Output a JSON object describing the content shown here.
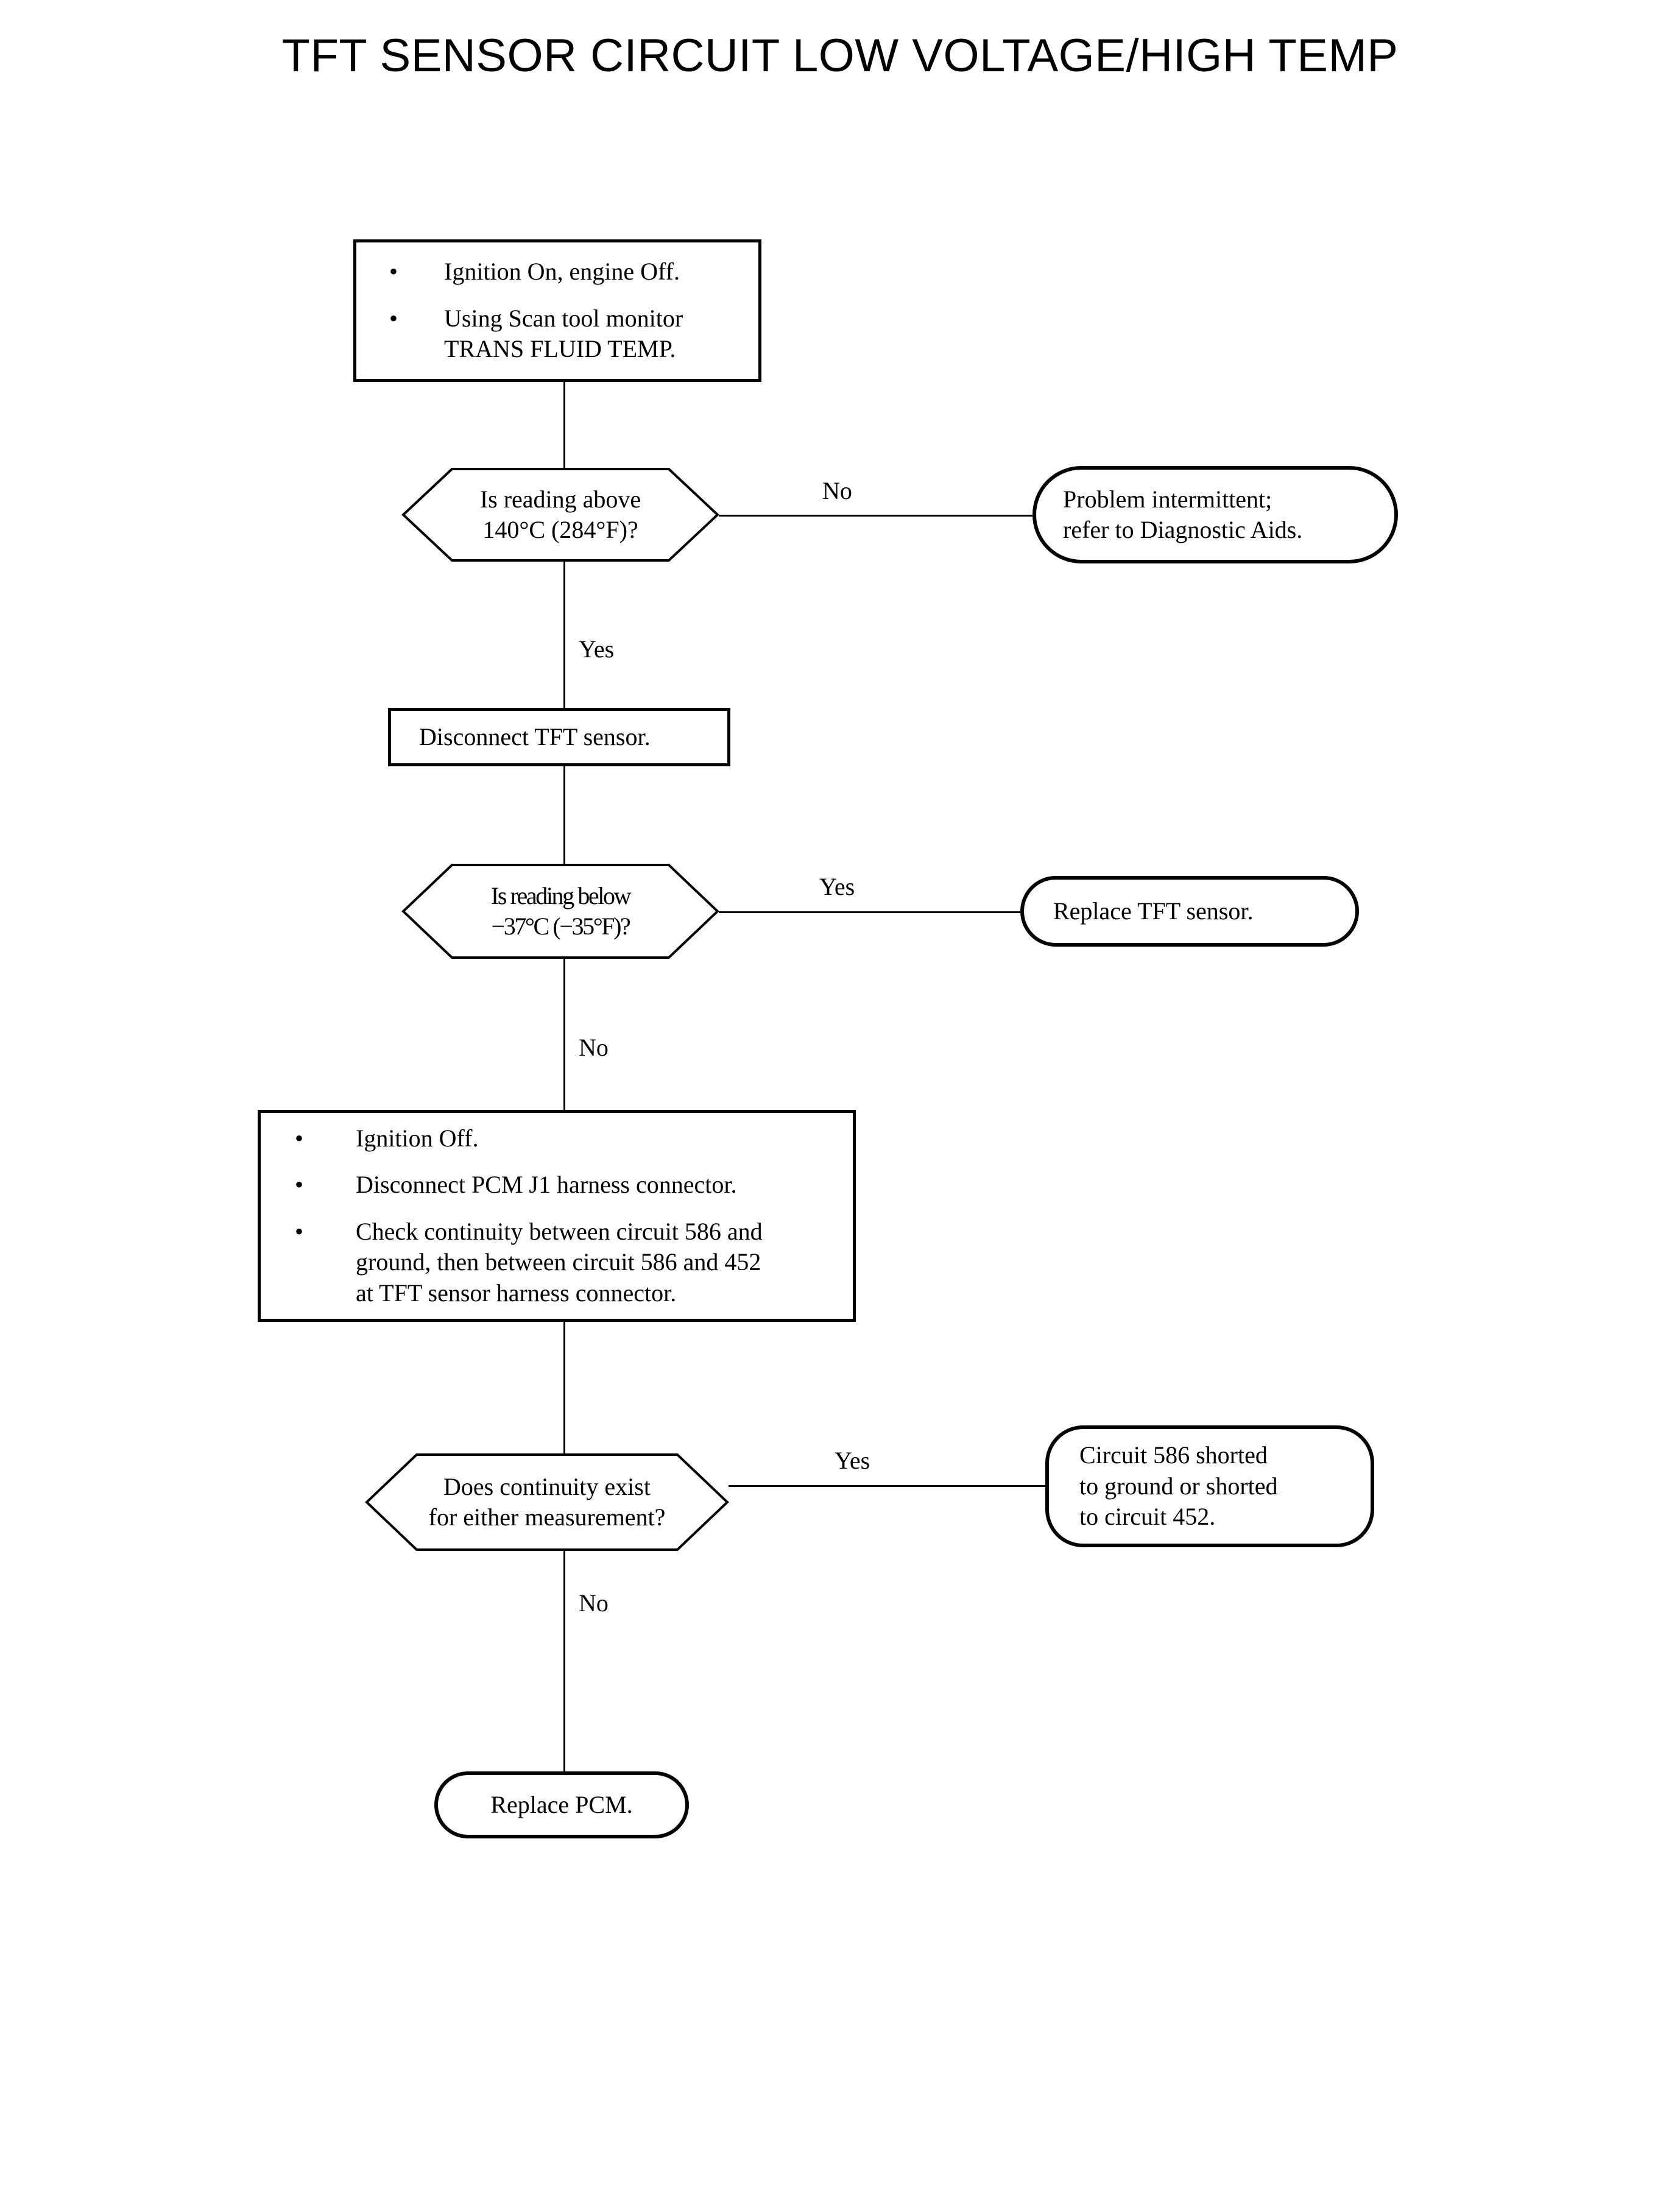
{
  "title": "TFT SENSOR CIRCUIT LOW VOLTAGE/HIGH TEMP",
  "colors": {
    "background": "#ffffff",
    "stroke": "#000000",
    "text": "#000000"
  },
  "nodes": {
    "start_process": {
      "type": "process",
      "bullets": [
        "Ignition On, engine Off.",
        "Using Scan tool monitor\nTRANS FLUID TEMP."
      ]
    },
    "decision_high_temp": {
      "type": "decision",
      "text": "Is reading above\n140°C (284°F)?",
      "yes_label": "Yes",
      "no_label": "No"
    },
    "intermittent": {
      "type": "terminator",
      "text": "Problem intermittent;\nrefer to Diagnostic Aids."
    },
    "disconnect_tft": {
      "type": "process",
      "text": "Disconnect TFT sensor."
    },
    "decision_low_temp": {
      "type": "decision",
      "text": "Is reading below\n−37°C (−35°F)?",
      "yes_label": "Yes",
      "no_label": "No"
    },
    "replace_tft": {
      "type": "terminator",
      "text": "Replace TFT sensor."
    },
    "continuity_checks": {
      "type": "process",
      "bullets": [
        "Ignition Off.",
        "Disconnect PCM J1 harness connector.",
        "Check continuity between circuit 586 and\nground, then between circuit 586 and 452\nat TFT sensor harness connector."
      ]
    },
    "decision_continuity": {
      "type": "decision",
      "text": "Does continuity exist\nfor either measurement?",
      "yes_label": "Yes",
      "no_label": "No"
    },
    "circuit_shorted": {
      "type": "terminator",
      "text": "Circuit 586 shorted\nto ground or shorted\nto circuit 452."
    },
    "replace_pcm": {
      "type": "terminator",
      "text": "Replace PCM."
    }
  },
  "edge_labels": {
    "d1_no": "No",
    "d1_yes": "Yes",
    "d2_yes": "Yes",
    "d2_no": "No",
    "d3_yes": "Yes",
    "d3_no": "No"
  }
}
